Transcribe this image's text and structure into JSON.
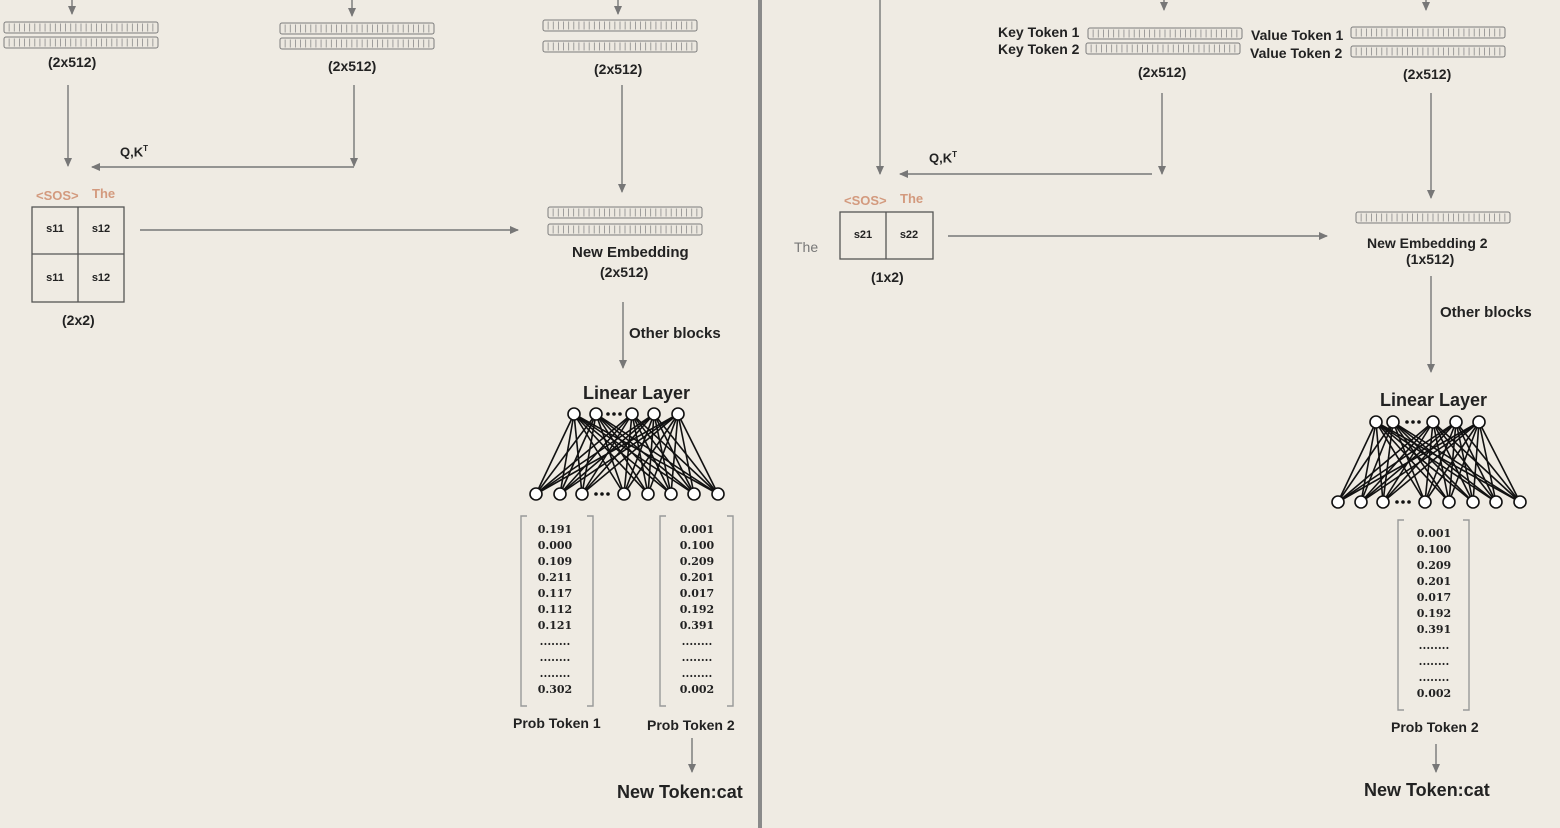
{
  "left": {
    "embed_dims": [
      "(2x512)",
      "(2x512)",
      "(2x512)"
    ],
    "qk_label": "Q,K",
    "qk_sup": "T",
    "tokens": [
      "<SOS>",
      "The"
    ],
    "cells": [
      "s11",
      "s12",
      "s11",
      "s12"
    ],
    "score_dim": "(2x2)",
    "new_embedding_title": "New Embedding",
    "new_embedding_dim": "(2x512)",
    "other_blocks": "Other blocks",
    "linear_layer": "Linear Layer",
    "prob1_values": [
      "0.191",
      "0.000",
      "0.109",
      "0.211",
      "0.117",
      "0.112",
      "0.121",
      "........",
      "........",
      "........",
      "0.302"
    ],
    "prob2_values": [
      "0.001",
      "0.100",
      "0.209",
      "0.201",
      "0.017",
      "0.192",
      "0.391",
      "........",
      "........",
      "........",
      "0.002"
    ],
    "prob1_label": "Prob Token 1",
    "prob2_label": "Prob Token 2",
    "new_token": "New Token:cat"
  },
  "right": {
    "key_token_1": "Key Token 1",
    "key_token_2": "Key Token 2",
    "value_token_1": "Value Token 1",
    "value_token_2": "Value Token 2",
    "key_dim": "(2x512)",
    "value_dim": "(2x512)",
    "qk_label": "Q,K",
    "qk_sup": "T",
    "tokens": [
      "<SOS>",
      "The"
    ],
    "query_word": "The",
    "cells": [
      "s21",
      "s22"
    ],
    "score_dim": "(1x2)",
    "new_embedding_title": "New Embedding 2",
    "new_embedding_dim": "(1x512)",
    "other_blocks": "Other blocks",
    "linear_layer": "Linear Layer",
    "prob2_values": [
      "0.001",
      "0.100",
      "0.209",
      "0.201",
      "0.017",
      "0.192",
      "0.391",
      "........",
      "........",
      "........",
      "0.002"
    ],
    "prob2_label": "Prob Token 2",
    "new_token": "New Token:cat"
  }
}
